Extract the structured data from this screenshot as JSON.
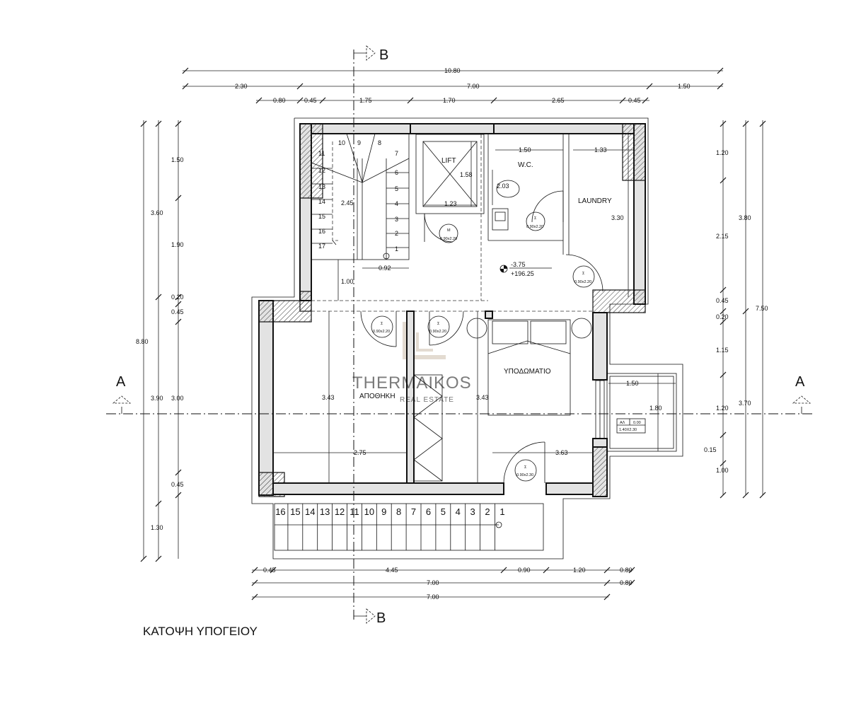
{
  "title": "ΚΑΤΟΨΗ ΥΠΟΓΕΙΟΥ",
  "watermark": {
    "brand": "THERMAIKOS",
    "sub": "REAL ESTATE"
  },
  "sections": {
    "a_left": "A",
    "a_right": "A",
    "b_top": "B",
    "b_bottom": "B"
  },
  "rooms": {
    "lift": "LIFT",
    "wc": "W.C.",
    "laundry": "LAUNDRY",
    "bedroom": "ΥΠΟΔΩΜΑΤΙΟ",
    "storage": "ΑΠΟΘΗΚΗ"
  },
  "level": {
    "abs": "-3.75",
    "rel": "+196.25"
  },
  "window_tag": {
    "code": "ΑΛ",
    "sill": "0.00",
    "size": "1.40Χ2.30"
  },
  "doors": {
    "lift": {
      "type": "Μ",
      "size": "0.90x2.20"
    },
    "wc": {
      "type": "Σ",
      "size": "0.90x2.20"
    },
    "laundry": {
      "type": "Σ",
      "size": "0.90x2.20"
    },
    "storage": {
      "type": "Σ",
      "size": "0.90x2.20"
    },
    "hall": {
      "type": "Σ",
      "size": "0.90x2.20"
    },
    "bedroom": {
      "type": "Σ",
      "size": "0.90x2.30"
    }
  },
  "top_dims": {
    "overall": "10.80",
    "row2": [
      "2.30",
      "7.00",
      "1.50"
    ],
    "row3": [
      "0.80",
      "0.45",
      "1.75",
      "1.70",
      "2.65",
      "0.45"
    ]
  },
  "bottom_dims": {
    "row1": [
      "0.45",
      "4.45",
      "0.90",
      "1.20",
      "0.80"
    ],
    "row2": [
      "7.00",
      "0.80"
    ],
    "row3": "7.00"
  },
  "left_dims": {
    "overall": "8.80",
    "mid": [
      "3.60",
      "3.90",
      "1.30"
    ],
    "inner": [
      "1.50",
      "1.90",
      "0.20",
      "0.45",
      "3.00",
      "0.45"
    ]
  },
  "right_dims": {
    "inner": [
      "1.20",
      "2.15",
      "0.45",
      "0.20",
      "1.15",
      "1.20",
      "0.15",
      "1.00"
    ],
    "mid": [
      "3.80",
      "3.70"
    ],
    "overall": "7.50"
  },
  "interior_dims": {
    "lift_width": "1.23",
    "lift_depth": "1.58",
    "wc_width": "1.50",
    "wc_depth": "2.03",
    "laundry_width": "1.33",
    "laundry_depth": "3.30",
    "stair_depth": "2.45",
    "stair_width": "0.92",
    "hall_depth": "1.00",
    "storage_depth": "3.43",
    "storage_width": "2.75",
    "bedroom_depth": "3.43",
    "bedroom_width": "3.63",
    "balcony_width": "1.50",
    "balcony_depth": "1.80"
  },
  "inner_stairs": {
    "run_right": [
      "7",
      "6",
      "5",
      "4",
      "3",
      "2",
      "1"
    ],
    "winder_top": [
      "10",
      "9",
      "8"
    ],
    "run_left": [
      "11",
      "12",
      "13",
      "14",
      "15",
      "16",
      "17"
    ]
  },
  "outer_stairs": [
    "16",
    "15",
    "14",
    "13",
    "12",
    "11",
    "10",
    "9",
    "8",
    "7",
    "6",
    "5",
    "4",
    "3",
    "2",
    "1"
  ]
}
